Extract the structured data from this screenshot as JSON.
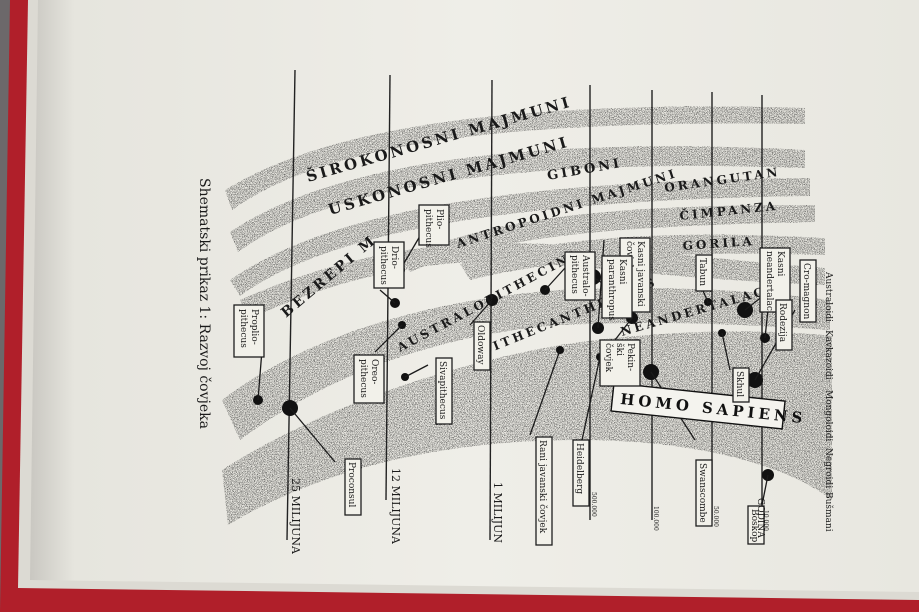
{
  "caption": "Shematski prikaz 1: Razvoj čovjeka",
  "groups": {
    "sirokonosni": "ŠIROKONOSNI MAJMUNI",
    "uskonosni": "USKONOSNI MAJMUNI",
    "bezrepi": "BEZREPI M",
    "giboni": "GIBONI",
    "antropoidni": "ANTROPOIDNI MAJMUNI",
    "orangutan": "ORANGUTAN",
    "cimpanza": "ČIMPANZA",
    "gorila": "GORILA",
    "australopithecini": "AUSTRALOPITHECINI",
    "pithecanthropus": "PITHECANTHROPUS",
    "neandertalac": "NEANDERTALAC",
    "homo_sapiens": "HOMO SAPIENS"
  },
  "time_markers": {
    "t25": "25 MILIJUNA",
    "t12": "12 MILIJUNA",
    "t1": "1 MILIJUN",
    "t500": "500.000",
    "t100": "100.000",
    "t50": "50.000",
    "t10": "10.000",
    "godina": "GODINA"
  },
  "races": {
    "australoidi": "Australoidi",
    "kavkazoidi": "Kavkazoidi",
    "mongoloidi": "Mongoloidi",
    "negroidi": "Negroidi",
    "bušmani": "Bušmani"
  },
  "fossils": {
    "propliopithecus_1": "Proplio-",
    "propliopithecus_2": "pithecus",
    "proconsul": "Proconsul",
    "pliopithecus_1": "Plio-",
    "pliopithecus_2": "pithecus",
    "driopithecus_1": "Drio-",
    "driopithecus_2": "pithecus",
    "oreopithecus_1": "Oreo-",
    "oreopithecus_2": "pithecus",
    "sivapithecus": "Sivapithecus",
    "oldoway": "Oldoway",
    "australopithecus_1": "Australo-",
    "australopithecus_2": "pithecus",
    "kasni_javanski_1": "Kasni javanski",
    "kasni_javanski_2": "čovjek",
    "kasni_paranthropus_1": "Kasni",
    "kasni_paranthropus_2": "paranthropus",
    "rani_javanski": "Rani javanski čovjek",
    "heidelberg": "Heidelberg",
    "pekinski_1": "Pekin-",
    "pekinski_2": "ški",
    "pekinski_3": "čovjek",
    "swanscombe": "Swanscombe",
    "tabun": "Tabun",
    "kasni_neandertalac_1": "Kasni",
    "kasni_neandertalac_2": "neandertalac",
    "rodezija": "Rodezija",
    "cro_magnon": "Cro-magnon",
    "skhul": "Skhul",
    "boskop": "Boskop"
  }
}
